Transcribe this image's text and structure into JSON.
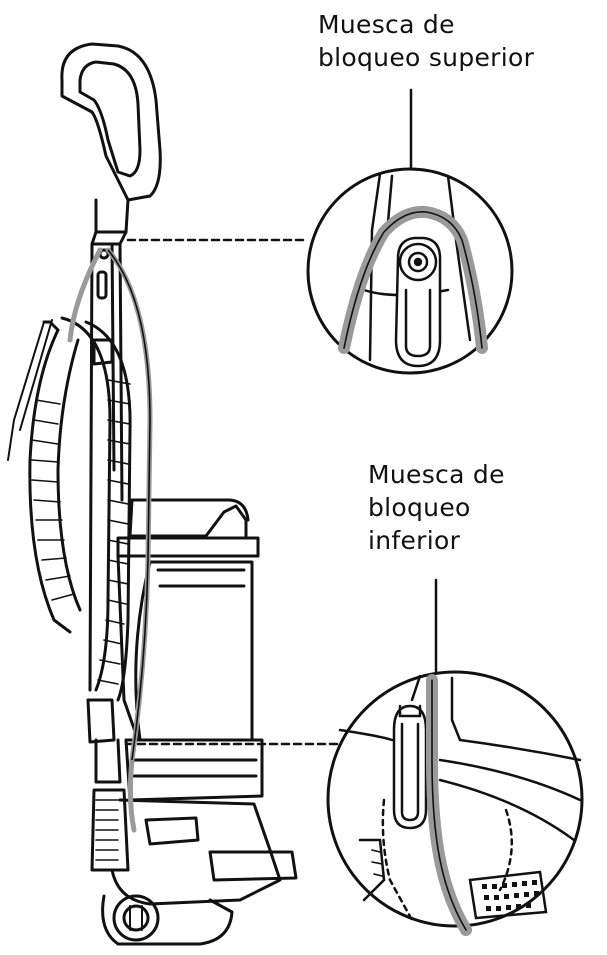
{
  "diagram": {
    "callouts": [
      {
        "id": "upper",
        "lines": [
          "Muesca de",
          "bloqueo superior"
        ]
      },
      {
        "id": "lower",
        "lines": [
          "Muesca de",
          "bloqueo",
          "inferior"
        ]
      }
    ]
  },
  "colors": {
    "ink": "#111111",
    "cord": "#9a9a9a",
    "background": "#ffffff"
  }
}
